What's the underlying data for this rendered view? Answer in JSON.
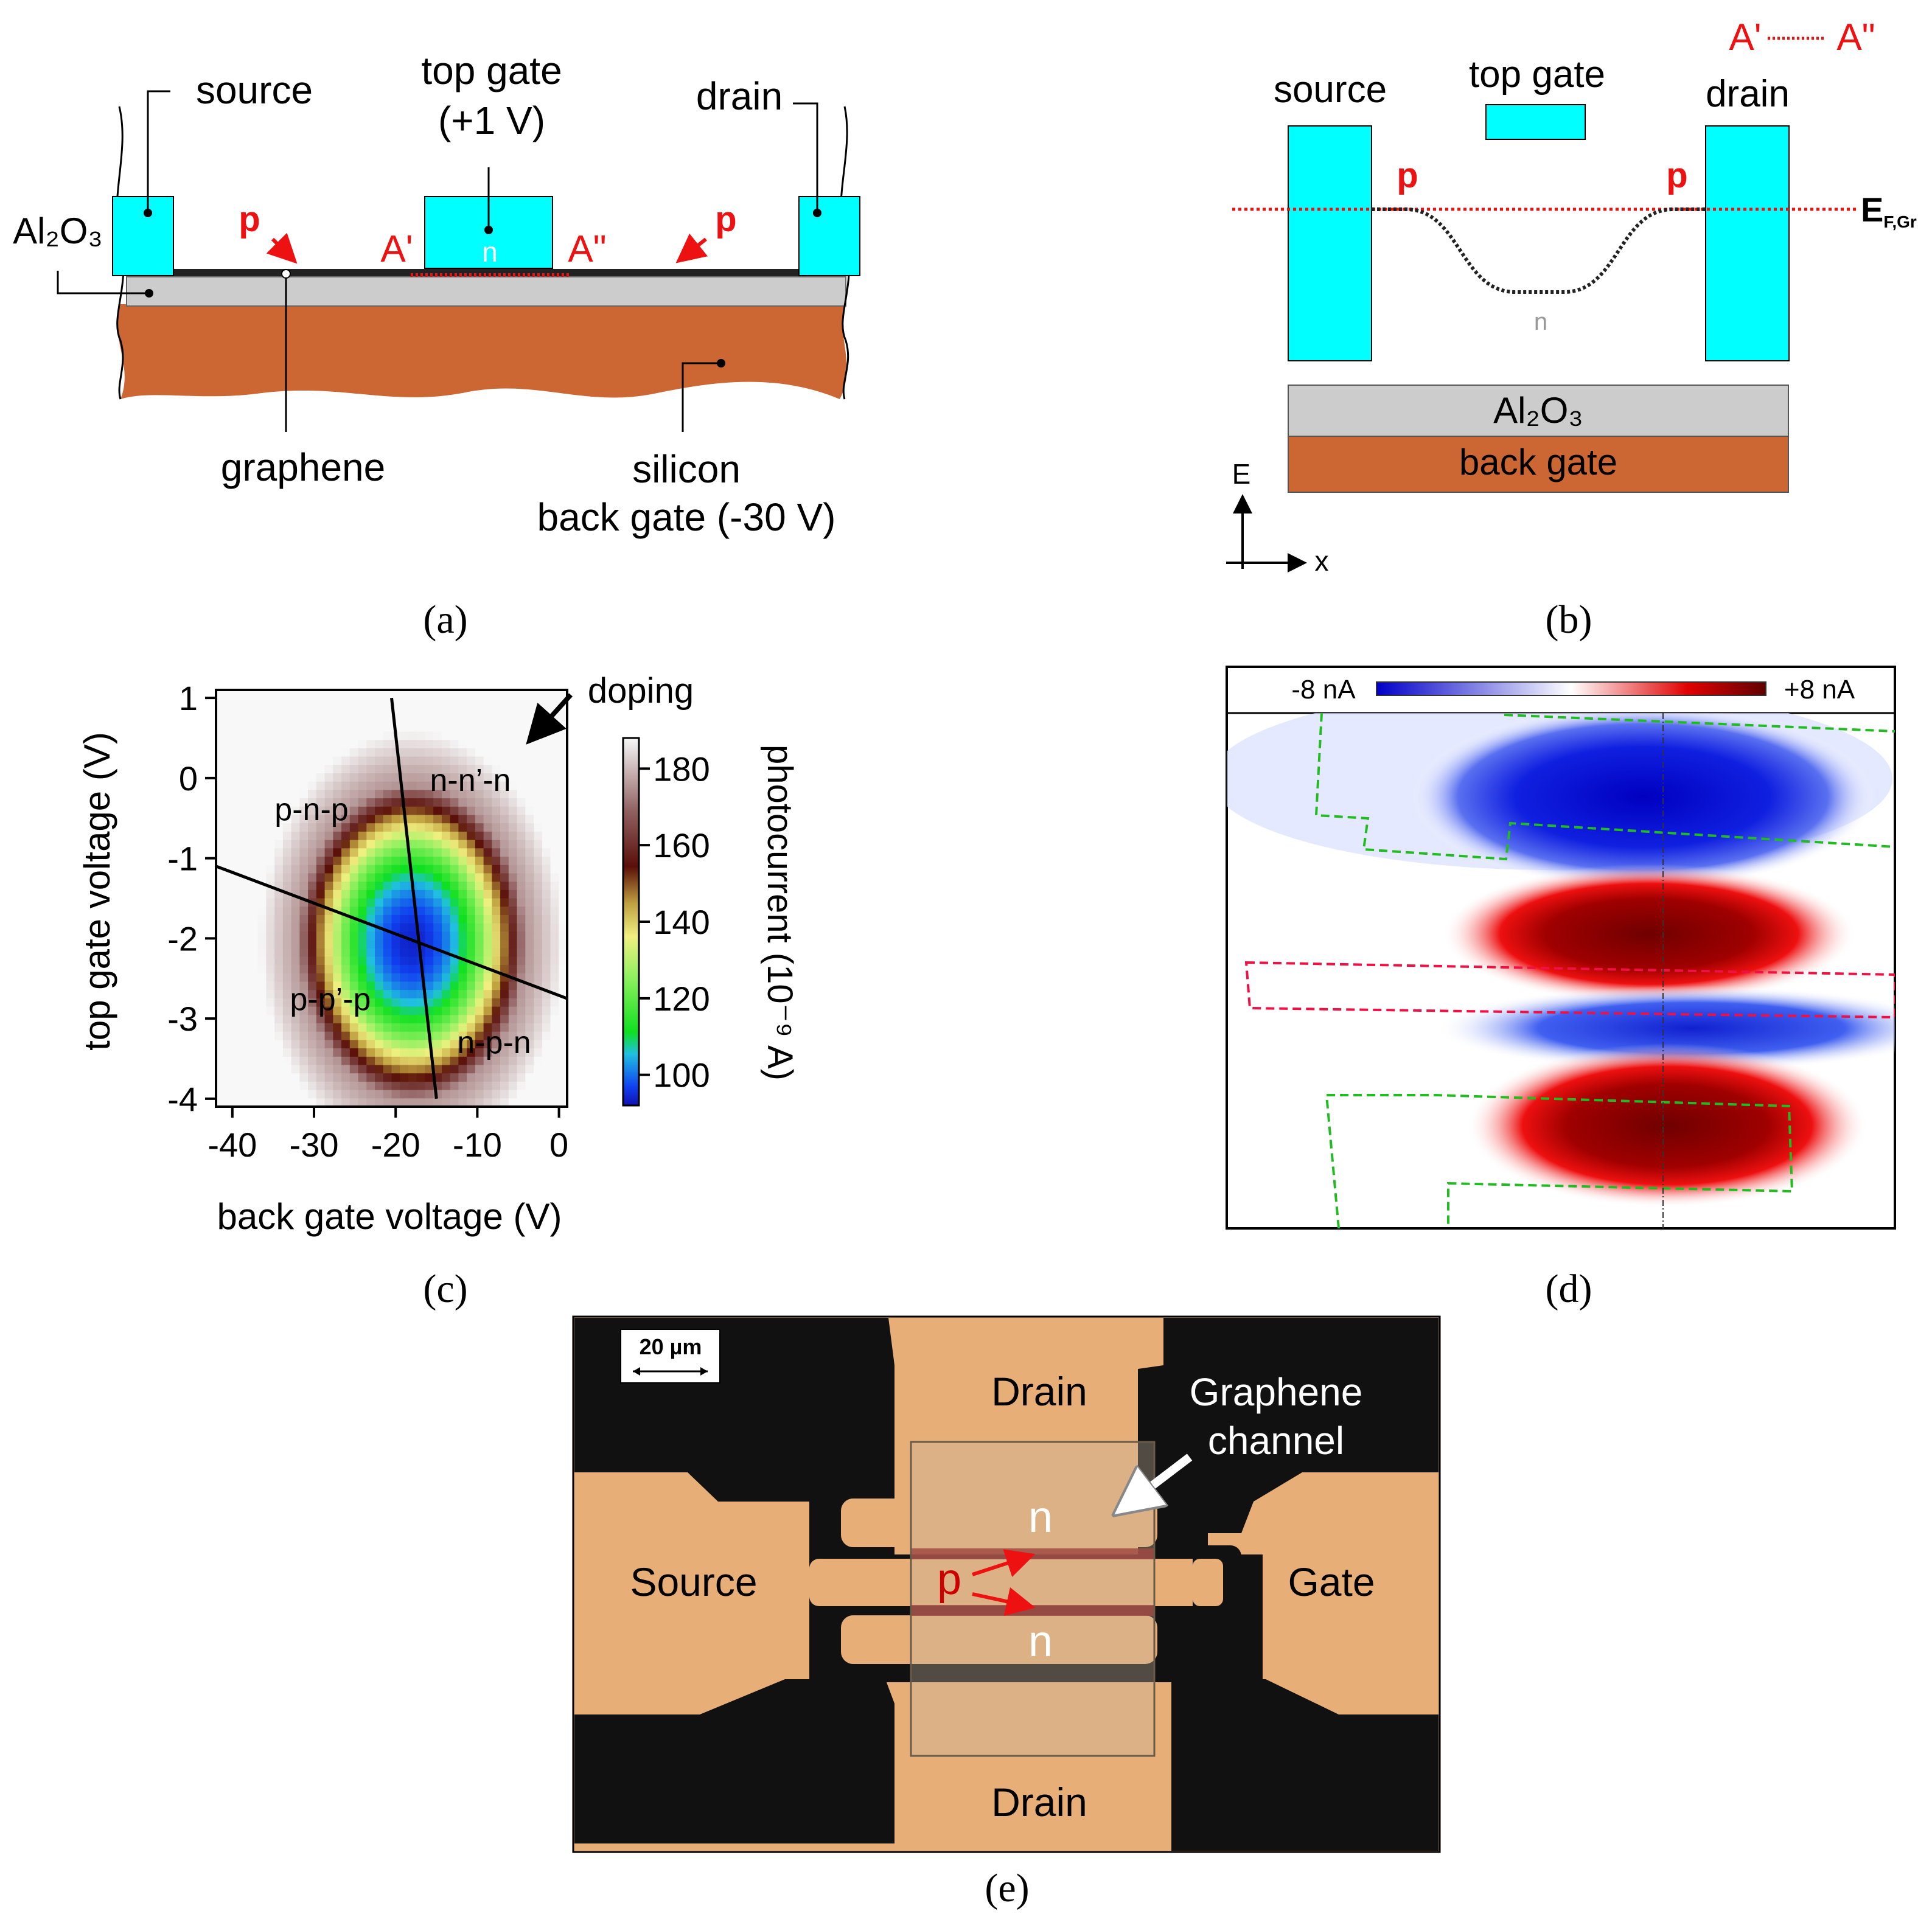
{
  "colors": {
    "cyan": "#00FFFF",
    "oxide": "#CCCCCC",
    "silicon": "#CC6633",
    "red_label": "#EE1111",
    "graphene": "#222222",
    "photo_bg": "#E8AE78",
    "metal": "#111111",
    "pos_current": "#D40000",
    "neg_current": "#0A0AD8"
  },
  "panel_a": {
    "caption": "(a)",
    "source": "source",
    "top_gate_line1": "top gate",
    "top_gate_line2": "(+1 V)",
    "drain": "drain",
    "oxide": "Al₂O₃",
    "p_left": "p",
    "p_right": "p",
    "a_prime": "A'",
    "a_dprime": "A\"",
    "n": "n",
    "graphene": "graphene",
    "silicon": "silicon",
    "back_gate": "back gate (-30 V)"
  },
  "panel_b": {
    "caption": "(b)",
    "cut_left": "A'",
    "cut_right": "A\"",
    "source": "source",
    "top_gate": "top gate",
    "drain": "drain",
    "p_left": "p",
    "p_right": "p",
    "fermi": "E",
    "fermi_sub": "F,Gr",
    "n": "n",
    "oxide": "Al₂O₃",
    "back_gate": "back gate",
    "axis_e": "E",
    "axis_x": "x"
  },
  "panel_c": {
    "caption": "(c)",
    "region_pnp": "p-n-p",
    "region_nnn": "n-n’-n",
    "region_ppp": "p-p’-p",
    "region_npn": "n-p-n",
    "doping": "doping",
    "colorbar_label": "photocurrent (10⁻⁹ A)"
  },
  "panel_d": {
    "caption": "(d)",
    "scale_min": "-8 nA",
    "scale_max": "+8 nA"
  },
  "panel_e": {
    "caption": "(e)",
    "scale_bar": "20 µm",
    "drain_top": "Drain",
    "drain_bottom": "Drain",
    "source": "Source",
    "gate": "Gate",
    "channel_line1": "Graphene",
    "channel_line2": "channel",
    "n_top": "n",
    "n_bottom": "n",
    "p": "p"
  },
  "chart_data": {
    "type": "heatmap",
    "title": "",
    "xlabel": "back gate voltage (V)",
    "ylabel": "top gate voltage (V)",
    "xlim": [
      -42,
      1
    ],
    "ylim": [
      -4.1,
      1.1
    ],
    "xticks": [
      -40,
      -30,
      -20,
      -10,
      0
    ],
    "yticks": [
      1,
      0,
      -1,
      -2,
      -3,
      -4
    ],
    "colorbar": {
      "label": "photocurrent (10⁻⁹ A)",
      "min": 92,
      "max": 188,
      "ticks": [
        100,
        120,
        140,
        160,
        180
      ]
    },
    "model": {
      "center": [
        -18,
        -2.05
      ],
      "minimum": 94,
      "u_dir": [
        0.33,
        1.0
      ],
      "v_dir": [
        1.0,
        -0.16
      ]
    },
    "lines": [
      {
        "from": [
          -20.5,
          1.0
        ],
        "to": [
          -15,
          -4.0
        ]
      },
      {
        "from": [
          -42,
          -1.1
        ],
        "to": [
          1,
          -2.75
        ]
      }
    ]
  }
}
